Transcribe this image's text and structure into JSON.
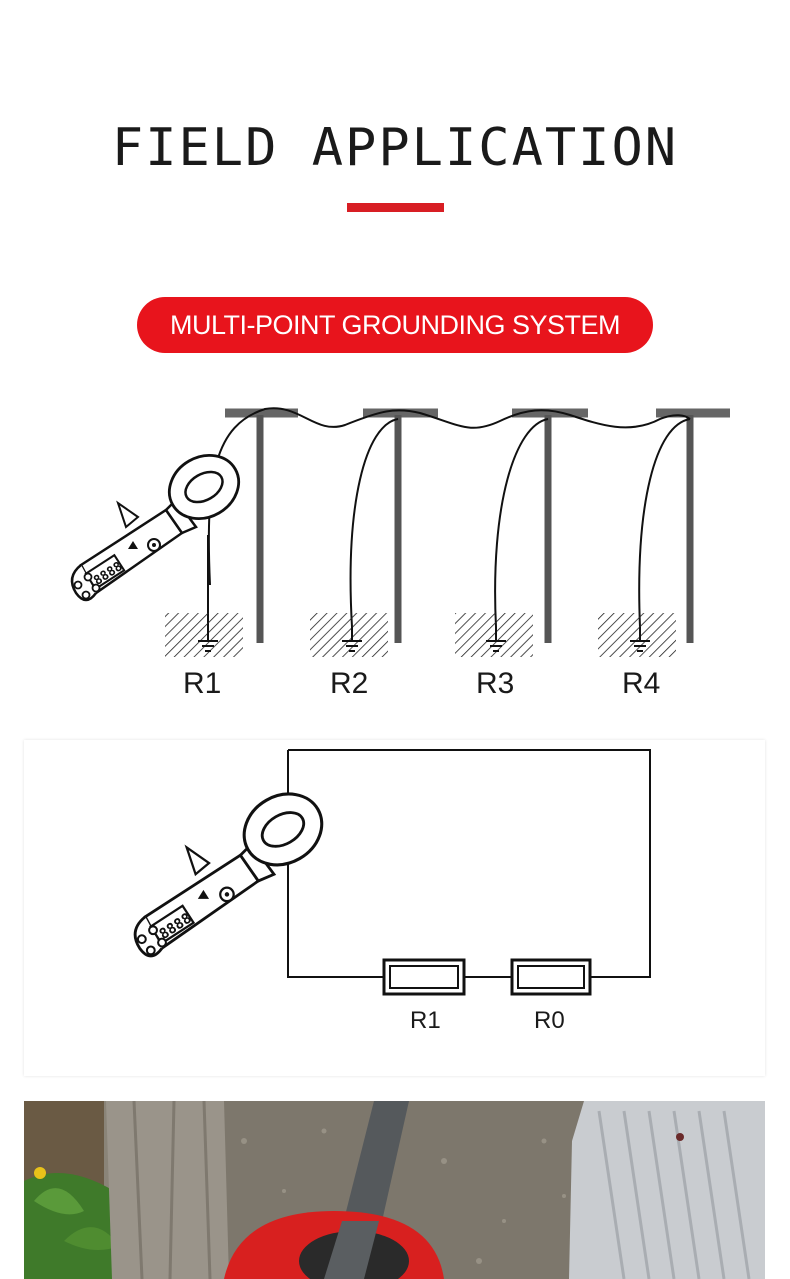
{
  "header": {
    "title": "FIELD APPLICATION",
    "accent_color": "#d81e24"
  },
  "section": {
    "pill_label": "MULTI-POINT GROUNDING SYSTEM",
    "pill_color": "#e8141c"
  },
  "diagram_grounding": {
    "labels": [
      "R1",
      "R2",
      "R3",
      "R4"
    ],
    "icons": [
      "clamp-meter-icon",
      "ground-symbol-icon"
    ]
  },
  "diagram_circuit": {
    "resistor_labels": [
      "R1",
      "R0"
    ],
    "icons": [
      "clamp-meter-icon",
      "resistor-icon"
    ]
  },
  "photo": {
    "description_icons": [
      "tree-trunk",
      "grounding-cable",
      "red-clamp-jaw",
      "metal-cabinet"
    ]
  }
}
